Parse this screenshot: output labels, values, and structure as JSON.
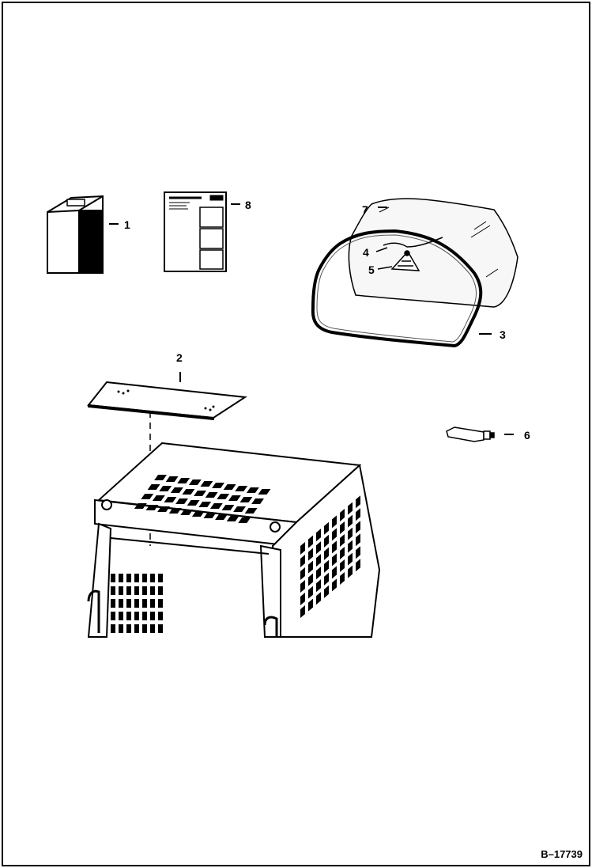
{
  "figure_id": "B–17739",
  "callouts": {
    "c1": "1",
    "c2": "2",
    "c3": "3",
    "c4": "4",
    "c5": "5",
    "c6": "6",
    "c7": "7",
    "c8": "8"
  },
  "colors": {
    "ink": "#000000",
    "paper": "#ffffff",
    "glass_tint": "#f7f7f7"
  }
}
